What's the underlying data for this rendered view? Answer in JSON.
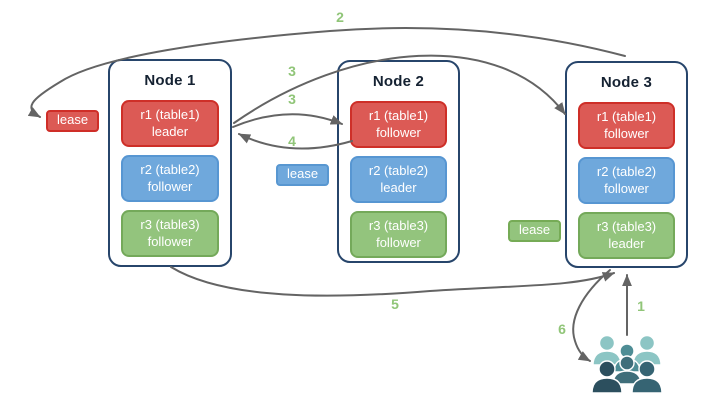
{
  "diagram": {
    "nodes": [
      {
        "title": "Node 1",
        "replicas": [
          {
            "name": "r1 (table1)",
            "role": "leader",
            "color": "#dc5a55"
          },
          {
            "name": "r2 (table2)",
            "role": "follower",
            "color": "#6fa8dc"
          },
          {
            "name": "r3 (table3)",
            "role": "follower",
            "color": "#93c47d"
          }
        ]
      },
      {
        "title": "Node 2",
        "replicas": [
          {
            "name": "r1 (table1)",
            "role": "follower",
            "color": "#dc5a55"
          },
          {
            "name": "r2 (table2)",
            "role": "leader",
            "color": "#6fa8dc"
          },
          {
            "name": "r3 (table3)",
            "role": "follower",
            "color": "#93c47d"
          }
        ]
      },
      {
        "title": "Node 3",
        "replicas": [
          {
            "name": "r1 (table1)",
            "role": "follower",
            "color": "#dc5a55"
          },
          {
            "name": "r2 (table2)",
            "role": "follower",
            "color": "#6fa8dc"
          },
          {
            "name": "r3 (table3)",
            "role": "leader",
            "color": "#93c47d"
          }
        ]
      }
    ],
    "leases": [
      {
        "label": "lease",
        "color": "#dc5a55"
      },
      {
        "label": "lease",
        "color": "#6fa8dc"
      },
      {
        "label": "lease",
        "color": "#93c47d"
      }
    ],
    "steps": [
      {
        "label": "1"
      },
      {
        "label": "2"
      },
      {
        "label": "3"
      },
      {
        "label": "3"
      },
      {
        "label": "4"
      },
      {
        "label": "5"
      },
      {
        "label": "6"
      }
    ],
    "icons": {
      "clients": "users-icon"
    },
    "colors": {
      "arrow": "#646464",
      "step_label": "#90c578",
      "node_border": "#27456b",
      "users_light": "#8cc5c4",
      "users_mid": "#4e8d95",
      "users_dark": "#2c4f5e"
    }
  }
}
